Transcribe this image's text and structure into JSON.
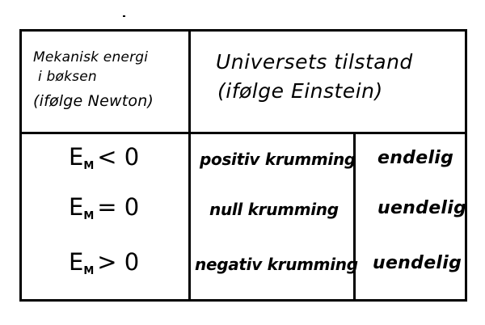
{
  "table": {
    "header": {
      "left": {
        "line1": "Mekanisk energi",
        "line2": "i bøksen",
        "line3": "(ifølge Newton)"
      },
      "right": {
        "line1": "Universets tilstand",
        "line2": "(ifølge Einstein)"
      }
    },
    "rows": [
      {
        "energy_symbol": "E",
        "energy_sub": "M",
        "energy_rel": "< 0",
        "curvature": "positiv krumming",
        "extent": "endelig"
      },
      {
        "energy_symbol": "E",
        "energy_sub": "M",
        "energy_rel": "= 0",
        "curvature": "null krumming",
        "extent": "uendelig"
      },
      {
        "energy_symbol": "E",
        "energy_sub": "M",
        "energy_rel": "> 0",
        "curvature": "negativ krumming",
        "extent": "uendelig"
      }
    ]
  }
}
